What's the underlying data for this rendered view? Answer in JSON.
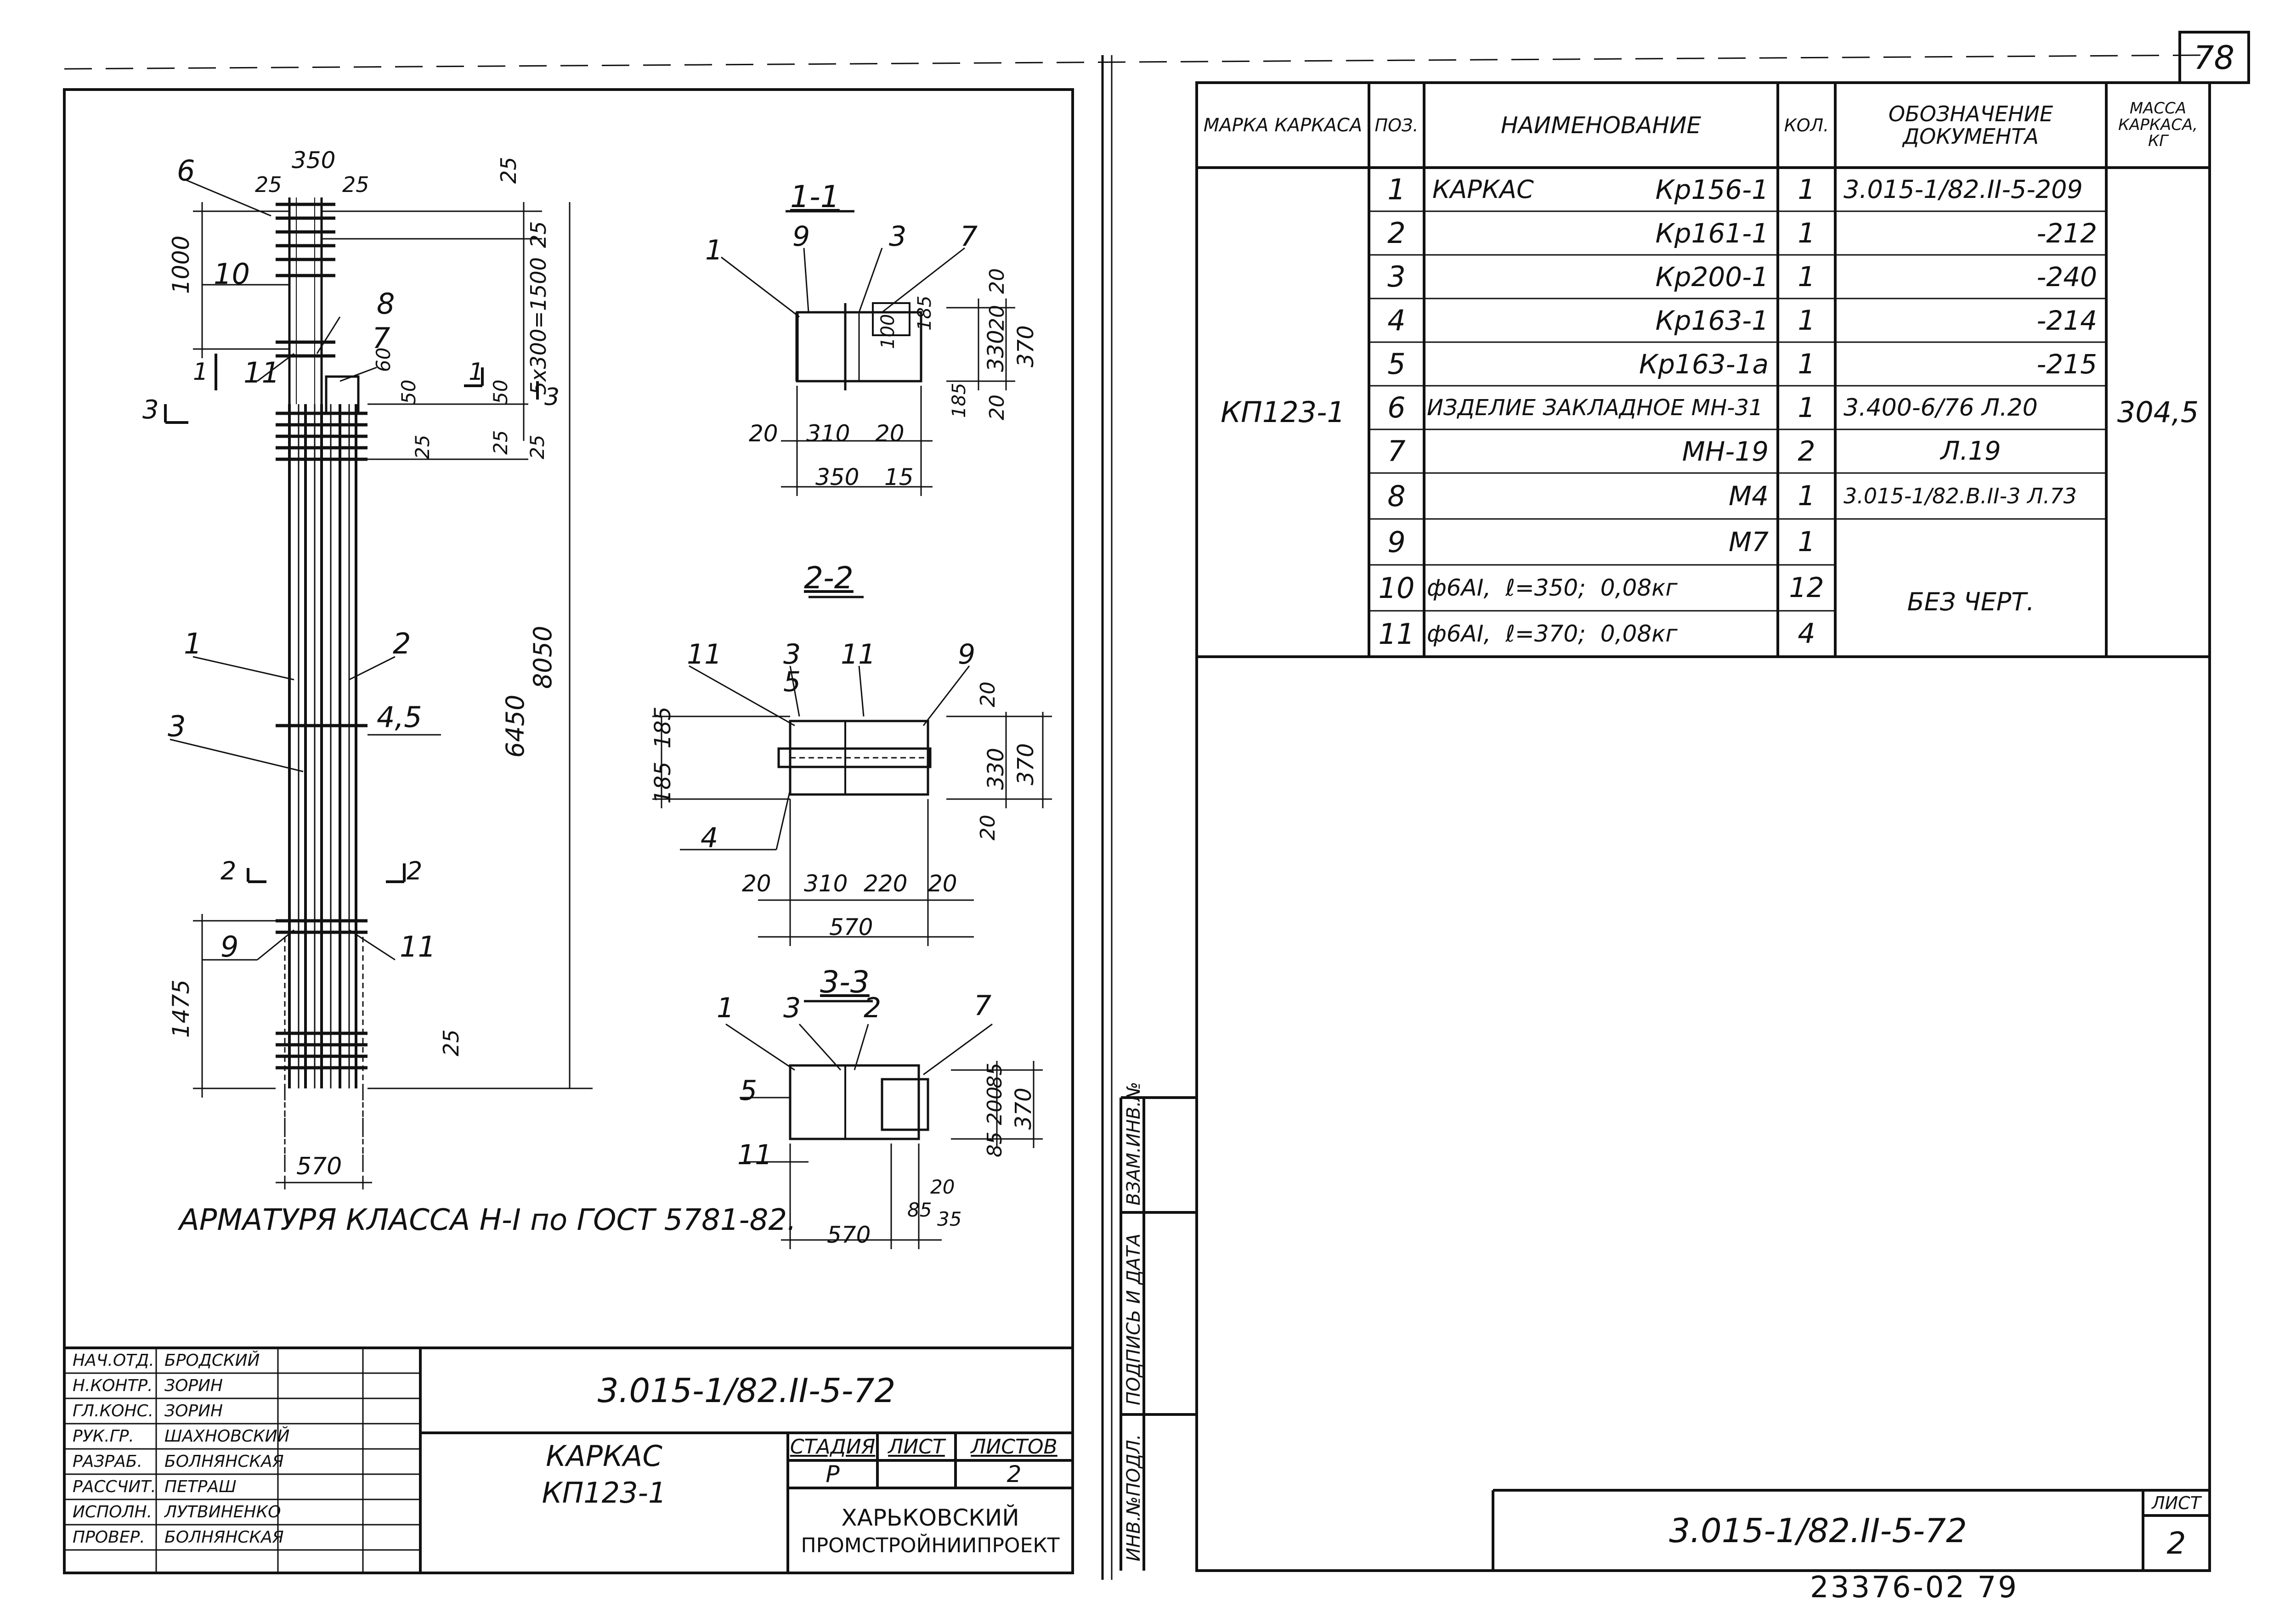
{
  "sheet_number": "78",
  "footer_code": "23376-02 79",
  "drawing": {
    "note": "АРМАТУРЯ КЛАССА Н-I по ГОСТ 5781-82.",
    "elevation": {
      "pos_labels": [
        "6",
        "10",
        "8",
        "7",
        "11",
        "1",
        "2",
        "3",
        "4,5",
        "9",
        "11"
      ],
      "dims": [
        "350",
        "25",
        "25",
        "25",
        "1000",
        "25",
        "5х300=1500",
        "60",
        "50",
        "50",
        "25",
        "25",
        "25",
        "6450",
        "8050",
        "1475",
        "25",
        "570"
      ],
      "cut_marks": [
        "1",
        "1",
        "3",
        "3",
        "2",
        "2"
      ]
    },
    "section_1_1": {
      "title": "1-1",
      "pos_labels": [
        "1",
        "9",
        "3",
        "7"
      ],
      "dims": [
        "20",
        "100",
        "185",
        "20",
        "330",
        "370",
        "185",
        "20",
        "20",
        "310",
        "20",
        "350",
        "15"
      ]
    },
    "section_2_2": {
      "title": "2-2",
      "pos_labels": [
        "11",
        "3",
        "5",
        "11",
        "9",
        "4"
      ],
      "dims": [
        "185",
        "185",
        "20",
        "330",
        "370",
        "20",
        "20",
        "310",
        "220",
        "20",
        "570"
      ]
    },
    "section_3_3": {
      "title": "3-3",
      "pos_labels": [
        "1",
        "3",
        "2",
        "7",
        "5",
        "11"
      ],
      "dims": [
        "85",
        "200",
        "85",
        "370",
        "20",
        "85",
        "35",
        "570"
      ]
    }
  },
  "title_block_left": {
    "code": "3.015-1/82.II-5-72",
    "name_lines": [
      "КАРКАС",
      "КП123-1"
    ],
    "stage_headers": [
      "СТАДИЯ",
      "ЛИСТ",
      "ЛИСТОВ"
    ],
    "stage_values": [
      "Р",
      "",
      "2"
    ],
    "org_lines": [
      "ХАРЬКОВСКИЙ",
      "ПРОМСТРОЙНИИПРОЕКТ"
    ],
    "rows": [
      {
        "role": "НАЧ.ОТД.",
        "name": "БРОДСКИЙ"
      },
      {
        "role": "Н.КОНТР.",
        "name": "ЗОРИН"
      },
      {
        "role": "ГЛ.КОНС.",
        "name": "ЗОРИН"
      },
      {
        "role": "РУК.ГР.",
        "name": "ШАХНОВСКИЙ"
      },
      {
        "role": "РАЗРАБ.",
        "name": "БОЛНЯНСКАЯ"
      },
      {
        "role": "РАССЧИТ.",
        "name": "ПЕТРАШ"
      },
      {
        "role": "ИСПОЛН.",
        "name": "ЛУТВИНЕНКО"
      },
      {
        "role": "ПРОВЕР.",
        "name": "БОЛНЯНСКАЯ"
      }
    ]
  },
  "spec_table": {
    "headers": {
      "mark": "МАРКА КАРКАСА",
      "pos": "ПОЗ.",
      "name": "НАИМЕНОВАНИЕ",
      "qty": "КОЛ.",
      "doc": "ОБОЗНАЧЕНИЕ ДОКУМЕНТА",
      "mass": "МАССА КАРКАСА, КГ"
    },
    "mark": "КП123-1",
    "mass": "304,5",
    "rows": [
      {
        "pos": "1",
        "name_left": "КАРКАС",
        "name_right": "Кр156-1",
        "qty": "1",
        "doc": "3.015-1/82.II-5-209"
      },
      {
        "pos": "2",
        "name_left": "",
        "name_right": "Кр161-1",
        "qty": "1",
        "doc": "-212"
      },
      {
        "pos": "3",
        "name_left": "",
        "name_right": "Кр200-1",
        "qty": "1",
        "doc": "-240"
      },
      {
        "pos": "4",
        "name_left": "",
        "name_right": "Кр163-1",
        "qty": "1",
        "doc": "-214"
      },
      {
        "pos": "5",
        "name_left": "",
        "name_right": "Кр163-1а",
        "qty": "1",
        "doc": "-215"
      },
      {
        "pos": "6",
        "name_left": "ИЗДЕЛИЕ ЗАКЛАДНОЕ МН-31",
        "name_right": "",
        "qty": "1",
        "doc": "3.400-6/76 Л.20"
      },
      {
        "pos": "7",
        "name_left": "",
        "name_right": "МН-19",
        "qty": "2",
        "doc": "Л.19"
      },
      {
        "pos": "8",
        "name_left": "",
        "name_right": "М4",
        "qty": "1",
        "doc": "3.015-1/82.В.II-3 Л.73"
      },
      {
        "pos": "9",
        "name_left": "",
        "name_right": "М7",
        "qty": "1",
        "doc": ""
      },
      {
        "pos": "10",
        "name_left": "ф6АI,  ℓ=350;  0,08кг",
        "name_right": "",
        "qty": "12",
        "doc": ""
      },
      {
        "pos": "11",
        "name_left": "ф6АI,  ℓ=370;  0,08кг",
        "name_right": "",
        "qty": "4",
        "doc": ""
      }
    ],
    "doc_merged_note": "БЕЗ ЧЕРТ."
  },
  "side_stamp": [
    "ИНВ.№ПОДЛ.",
    "ПОДПИСЬ И ДАТА",
    "ВЗАМ.ИНВ.№"
  ],
  "title_block_right": {
    "code": "3.015-1/82.II-5-72",
    "sheet_label": "ЛИСТ",
    "sheet_value": "2"
  }
}
